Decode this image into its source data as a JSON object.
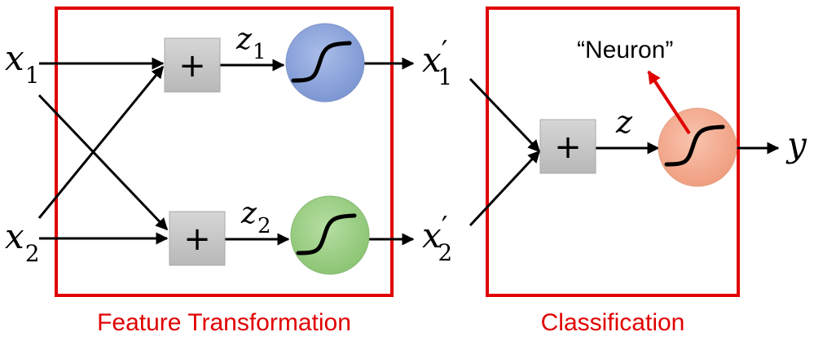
{
  "colors": {
    "frame": "#e00000",
    "caption": "#e00000",
    "neuron_arrow": "#e00000",
    "sum_box": "#c8c8c8",
    "neuron_blue": "#8aa4dc",
    "neuron_green": "#9ccf84",
    "neuron_orange": "#f4ac90"
  },
  "inputs": {
    "x1": {
      "base": "x",
      "sub": "1"
    },
    "x2": {
      "base": "x",
      "sub": "2"
    }
  },
  "hidden": {
    "z1": {
      "base": "z",
      "sub": "1"
    },
    "z2": {
      "base": "z",
      "sub": "2"
    },
    "sum_symbol": "+"
  },
  "transformed": {
    "x1p": {
      "base": "x",
      "prime": "′",
      "sub": "1"
    },
    "x2p": {
      "base": "x",
      "prime": "′",
      "sub": "2"
    }
  },
  "classifier": {
    "z": "z",
    "y": "y",
    "sum_symbol": "+",
    "neuron_label": "“Neuron”"
  },
  "captions": {
    "feature": "Feature Transformation",
    "classification": "Classification"
  }
}
